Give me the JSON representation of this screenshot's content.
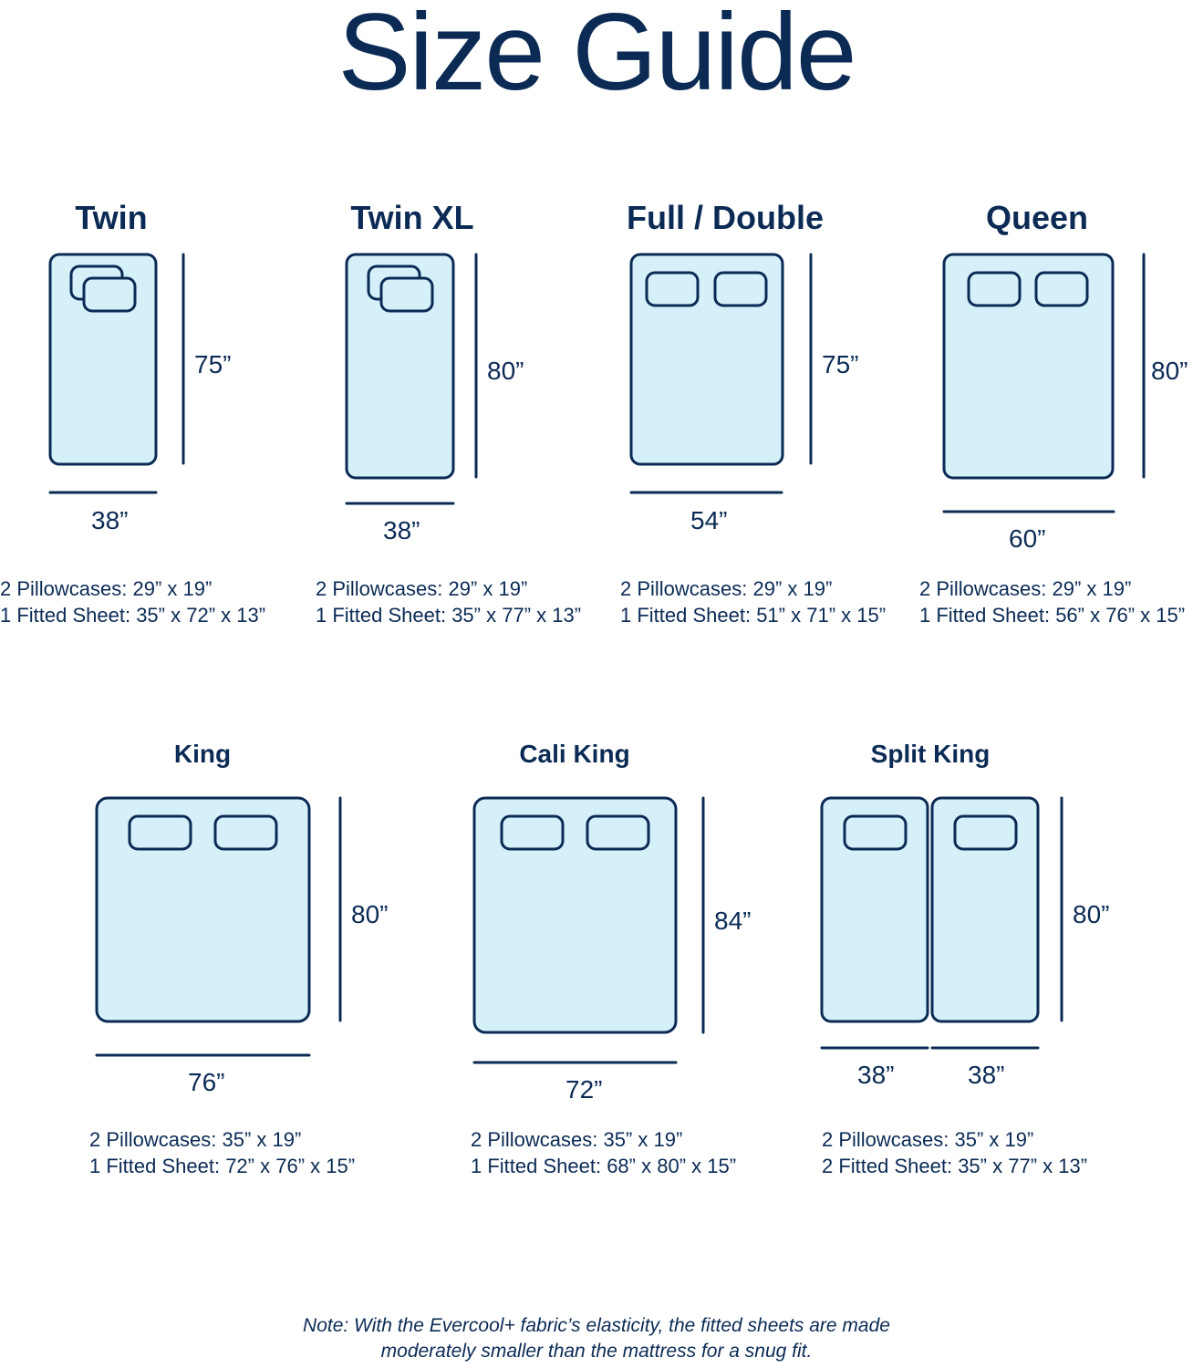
{
  "page_title": "Size Guide",
  "colors": {
    "navy": "#0b2b55",
    "mattress_fill": "#d6f0fa"
  },
  "beds": [
    {
      "name": "Twin",
      "width": "38”",
      "length": "75”",
      "pillowcases": "2 Pillowcases: 29” x 19”",
      "sheet": "1 Fitted Sheet: 35” x 72” x 13”"
    },
    {
      "name": "Twin XL",
      "width": "38”",
      "length": "80”",
      "pillowcases": "2 Pillowcases: 29” x 19”",
      "sheet": "1 Fitted Sheet: 35” x 77” x 13”"
    },
    {
      "name": "Full / Double",
      "width": "54”",
      "length": "75”",
      "pillowcases": "2 Pillowcases: 29” x 19”",
      "sheet": "1 Fitted Sheet: 51” x 71” x 15”"
    },
    {
      "name": "Queen",
      "width": "60”",
      "length": "80”",
      "pillowcases": "2 Pillowcases: 29” x 19”",
      "sheet": "1 Fitted Sheet: 56” x 76” x 15”"
    },
    {
      "name": "King",
      "width": "76”",
      "length": "80”",
      "pillowcases": "2 Pillowcases: 35” x 19”",
      "sheet": "1 Fitted Sheet: 72” x 76” x 15”"
    },
    {
      "name": "Cali King",
      "width": "72”",
      "length": "84”",
      "pillowcases": "2 Pillowcases: 35” x 19”",
      "sheet": "1 Fitted Sheet: 68” x 80” x 15”"
    },
    {
      "name": "Split King",
      "width": "38”",
      "width_2": "38”",
      "length": "80”",
      "pillowcases": "2 Pillowcases: 35” x 19”",
      "sheet": "2 Fitted Sheet: 35” x 77” x 13”"
    }
  ],
  "note_line_1": "Note: With the Evercool+ fabric’s elasticity, the fitted sheets are made",
  "note_line_2": "moderately smaller than the mattress for a snug fit."
}
